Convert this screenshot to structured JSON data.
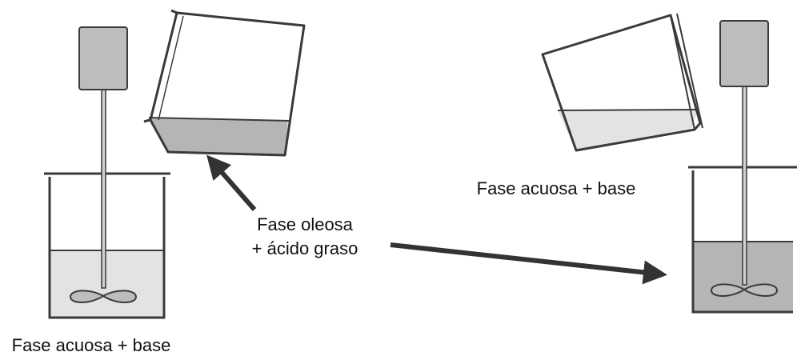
{
  "labels": {
    "left_bottom": "Fase acuosa + base",
    "center_line1": "Fase oleosa",
    "center_line2": "+ ácido graso",
    "right_mid": "Fase acuosa + base"
  },
  "colors": {
    "outline": "#3a3a3a",
    "motor_fill": "#bdbdbd",
    "light_liquid": "#e3e3e3",
    "dark_liquid": "#b5b5b5",
    "arrow": "#333333"
  }
}
